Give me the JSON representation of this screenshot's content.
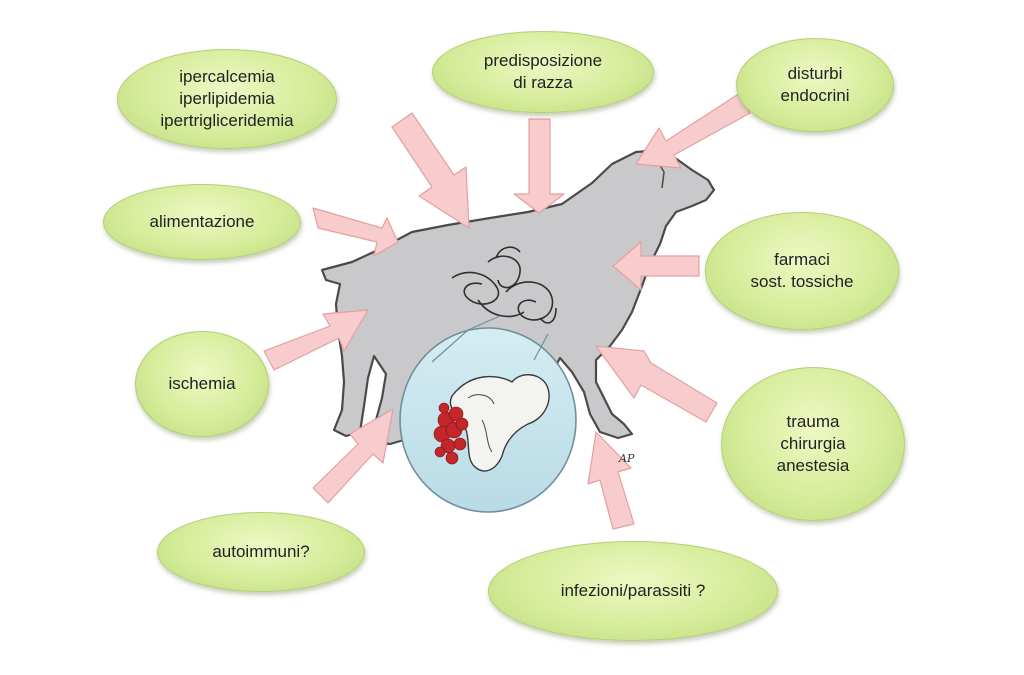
{
  "colors": {
    "bubble_fill": "#d6ec9a",
    "arrow_fill": "#f8cccc",
    "arrow_stroke": "#e8a3a3",
    "dog_fill": "#c9c9cc",
    "pancreas_bubble": "#c7e3ec",
    "inflammation_red": "#c4262b"
  },
  "icons": {
    "dog": "dog-silhouette-icon",
    "pancreas": "inflamed-pancreas-icon"
  },
  "signature": "AP",
  "factors": [
    {
      "id": "hyperlipemia",
      "lines": [
        "ipercalcemia",
        "iperlipidemia",
        "ipertrigliceridemia"
      ]
    },
    {
      "id": "breed",
      "lines": [
        "predisposizione",
        "di razza"
      ]
    },
    {
      "id": "endocrine",
      "lines": [
        "disturbi",
        "endocrini"
      ]
    },
    {
      "id": "diet",
      "lines": [
        "alimentazione"
      ]
    },
    {
      "id": "drugs",
      "lines": [
        "farmaci",
        "sost. tossiche"
      ]
    },
    {
      "id": "ischemia",
      "lines": [
        "ischemia"
      ]
    },
    {
      "id": "trauma",
      "lines": [
        "trauma",
        "chirurgia",
        "anestesia"
      ]
    },
    {
      "id": "autoimmune",
      "lines": [
        "autoimmuni?"
      ]
    },
    {
      "id": "infections",
      "lines": [
        "infezioni/parassiti ?"
      ]
    }
  ]
}
